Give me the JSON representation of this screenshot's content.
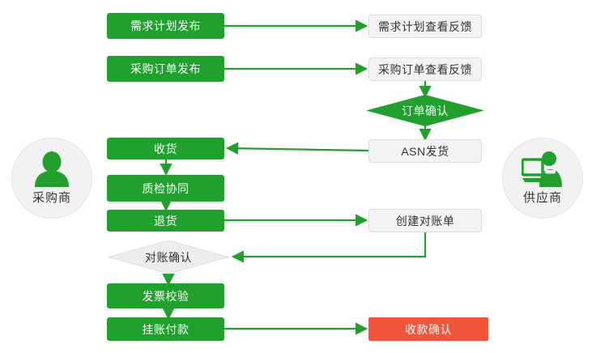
{
  "colors": {
    "green": "#22a02e",
    "red": "#f2563a",
    "grey_fill": "#f3f3f3",
    "grey_border": "#dcdcdc",
    "edge": "#22a02e",
    "actor_fill": "#f2f2f2",
    "text_dark": "#333333",
    "text_light": "#ffffff"
  },
  "actors": {
    "left": {
      "label": "采购商",
      "icon": "person-icon"
    },
    "right": {
      "label": "供应商",
      "icon": "person-at-computer-icon"
    }
  },
  "nodes": {
    "demand_plan_publish": {
      "label": "需求计划发布",
      "style": "green-box"
    },
    "demand_plan_feedback": {
      "label": "需求计划查看反馈",
      "style": "grey-box"
    },
    "purchase_order_publish": {
      "label": "采购订单发布",
      "style": "green-box"
    },
    "purchase_order_feedback": {
      "label": "采购订单查看反馈",
      "style": "grey-box"
    },
    "order_confirm": {
      "label": "订单确认",
      "style": "green-diamond"
    },
    "asn_shipment": {
      "label": "ASN发货",
      "style": "grey-box"
    },
    "goods_receipt": {
      "label": "收货",
      "style": "green-box"
    },
    "quality_collab": {
      "label": "质检协同",
      "style": "green-box"
    },
    "return_goods": {
      "label": "退货",
      "style": "green-box"
    },
    "create_statement": {
      "label": "创建对账单",
      "style": "grey-box"
    },
    "statement_confirm": {
      "label": "对账确认",
      "style": "grey-diamond"
    },
    "invoice_verify": {
      "label": "发票校验",
      "style": "green-box"
    },
    "pending_payment": {
      "label": "挂账付款",
      "style": "green-box"
    },
    "receipt_confirm": {
      "label": "收款确认",
      "style": "red-box"
    }
  },
  "chart_data": {
    "type": "diagram",
    "title": "",
    "diagram_kind": "flowchart",
    "lanes": [
      "采购商",
      "供应商"
    ],
    "edges": [
      {
        "from": "需求计划发布",
        "to": "需求计划查看反馈",
        "direction": "left-to-right"
      },
      {
        "from": "采购订单发布",
        "to": "采购订单查看反馈",
        "direction": "left-to-right"
      },
      {
        "from": "采购订单查看反馈",
        "to": "订单确认",
        "direction": "top-to-bottom"
      },
      {
        "from": "订单确认",
        "to": "ASN发货",
        "direction": "top-to-bottom"
      },
      {
        "from": "ASN发货",
        "to": "收货",
        "direction": "right-to-left"
      },
      {
        "from": "收货",
        "to": "质检协同",
        "direction": "top-to-bottom"
      },
      {
        "from": "质检协同",
        "to": "退货",
        "direction": "top-to-bottom"
      },
      {
        "from": "退货",
        "to": "创建对账单",
        "direction": "left-to-right"
      },
      {
        "from": "创建对账单",
        "to": "对账确认",
        "direction": "right-to-left"
      },
      {
        "from": "对账确认",
        "to": "发票校验",
        "direction": "top-to-bottom"
      },
      {
        "from": "发票校验",
        "to": "挂账付款",
        "direction": "top-to-bottom"
      },
      {
        "from": "挂账付款",
        "to": "收款确认",
        "direction": "left-to-right"
      }
    ]
  }
}
